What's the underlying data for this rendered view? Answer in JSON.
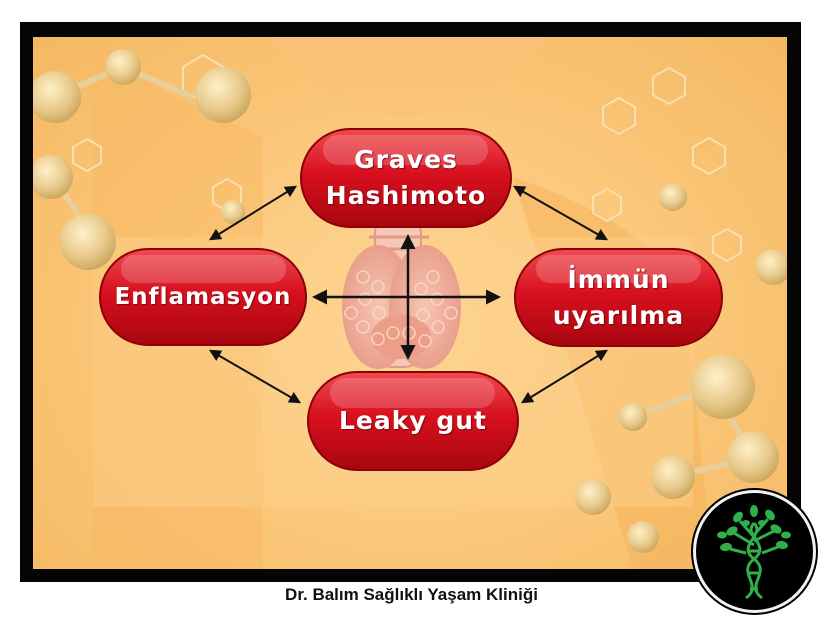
{
  "diagram": {
    "nodes": {
      "top": {
        "lines": [
          "Graves",
          "Hashimoto"
        ]
      },
      "left": {
        "lines": [
          "Enflamasyon"
        ]
      },
      "right": {
        "lines": [
          "İmmün",
          "uyarılma"
        ]
      },
      "bottom": {
        "lines": [
          "Leaky gut"
        ]
      }
    }
  },
  "footer": {
    "caption": "Dr. Balım Sağlıklı Yaşam Kliniği"
  },
  "colors": {
    "pill": "#d8101f",
    "pill_highlight": "#f24a4f",
    "background": "#fcc97d",
    "arrow": "#111111",
    "logo_leaf": "#2fb04a"
  }
}
